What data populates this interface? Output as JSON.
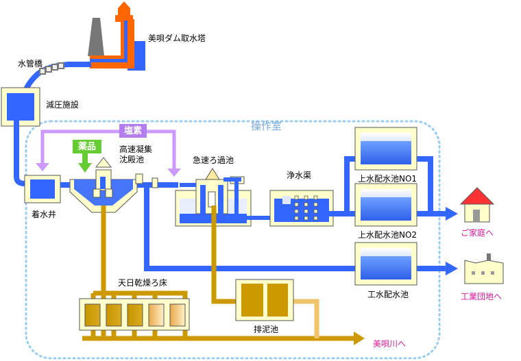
{
  "labels": {
    "intake_tower": "美唄ダム取水塔",
    "water_bridge": "水管橋",
    "pressure_facility": "減圧施設",
    "control_room": "操作室",
    "chlorine": "塩素",
    "chemicals": "薬品",
    "sedimentation_line1": "高速凝集",
    "sedimentation_line2": "沈殿池",
    "rapid_filter": "急速ろ過池",
    "clear_water_channel": "浄水渠",
    "receiving_well": "着水井",
    "distribution_no1": "上水配水池NO1",
    "distribution_no2": "上水配水池NO2",
    "industrial_reservoir": "工水配水池",
    "sun_drying_bed": "天日乾燥ろ床",
    "sludge_pond": "排泥池",
    "to_homes": "ご家庭へ",
    "to_industrial": "工業団地へ",
    "to_river": "美唄川へ"
  },
  "colors": {
    "water": "#3366ff",
    "chlorine": "#cc99ff",
    "chemicals": "#66cc33",
    "sludge": "#cc9900",
    "tower": "#ff6600",
    "destination": "#e0189e",
    "control_room_border": "#99ccee"
  },
  "icons": [
    "house-icon",
    "factory-icon",
    "intake-tower-icon"
  ]
}
